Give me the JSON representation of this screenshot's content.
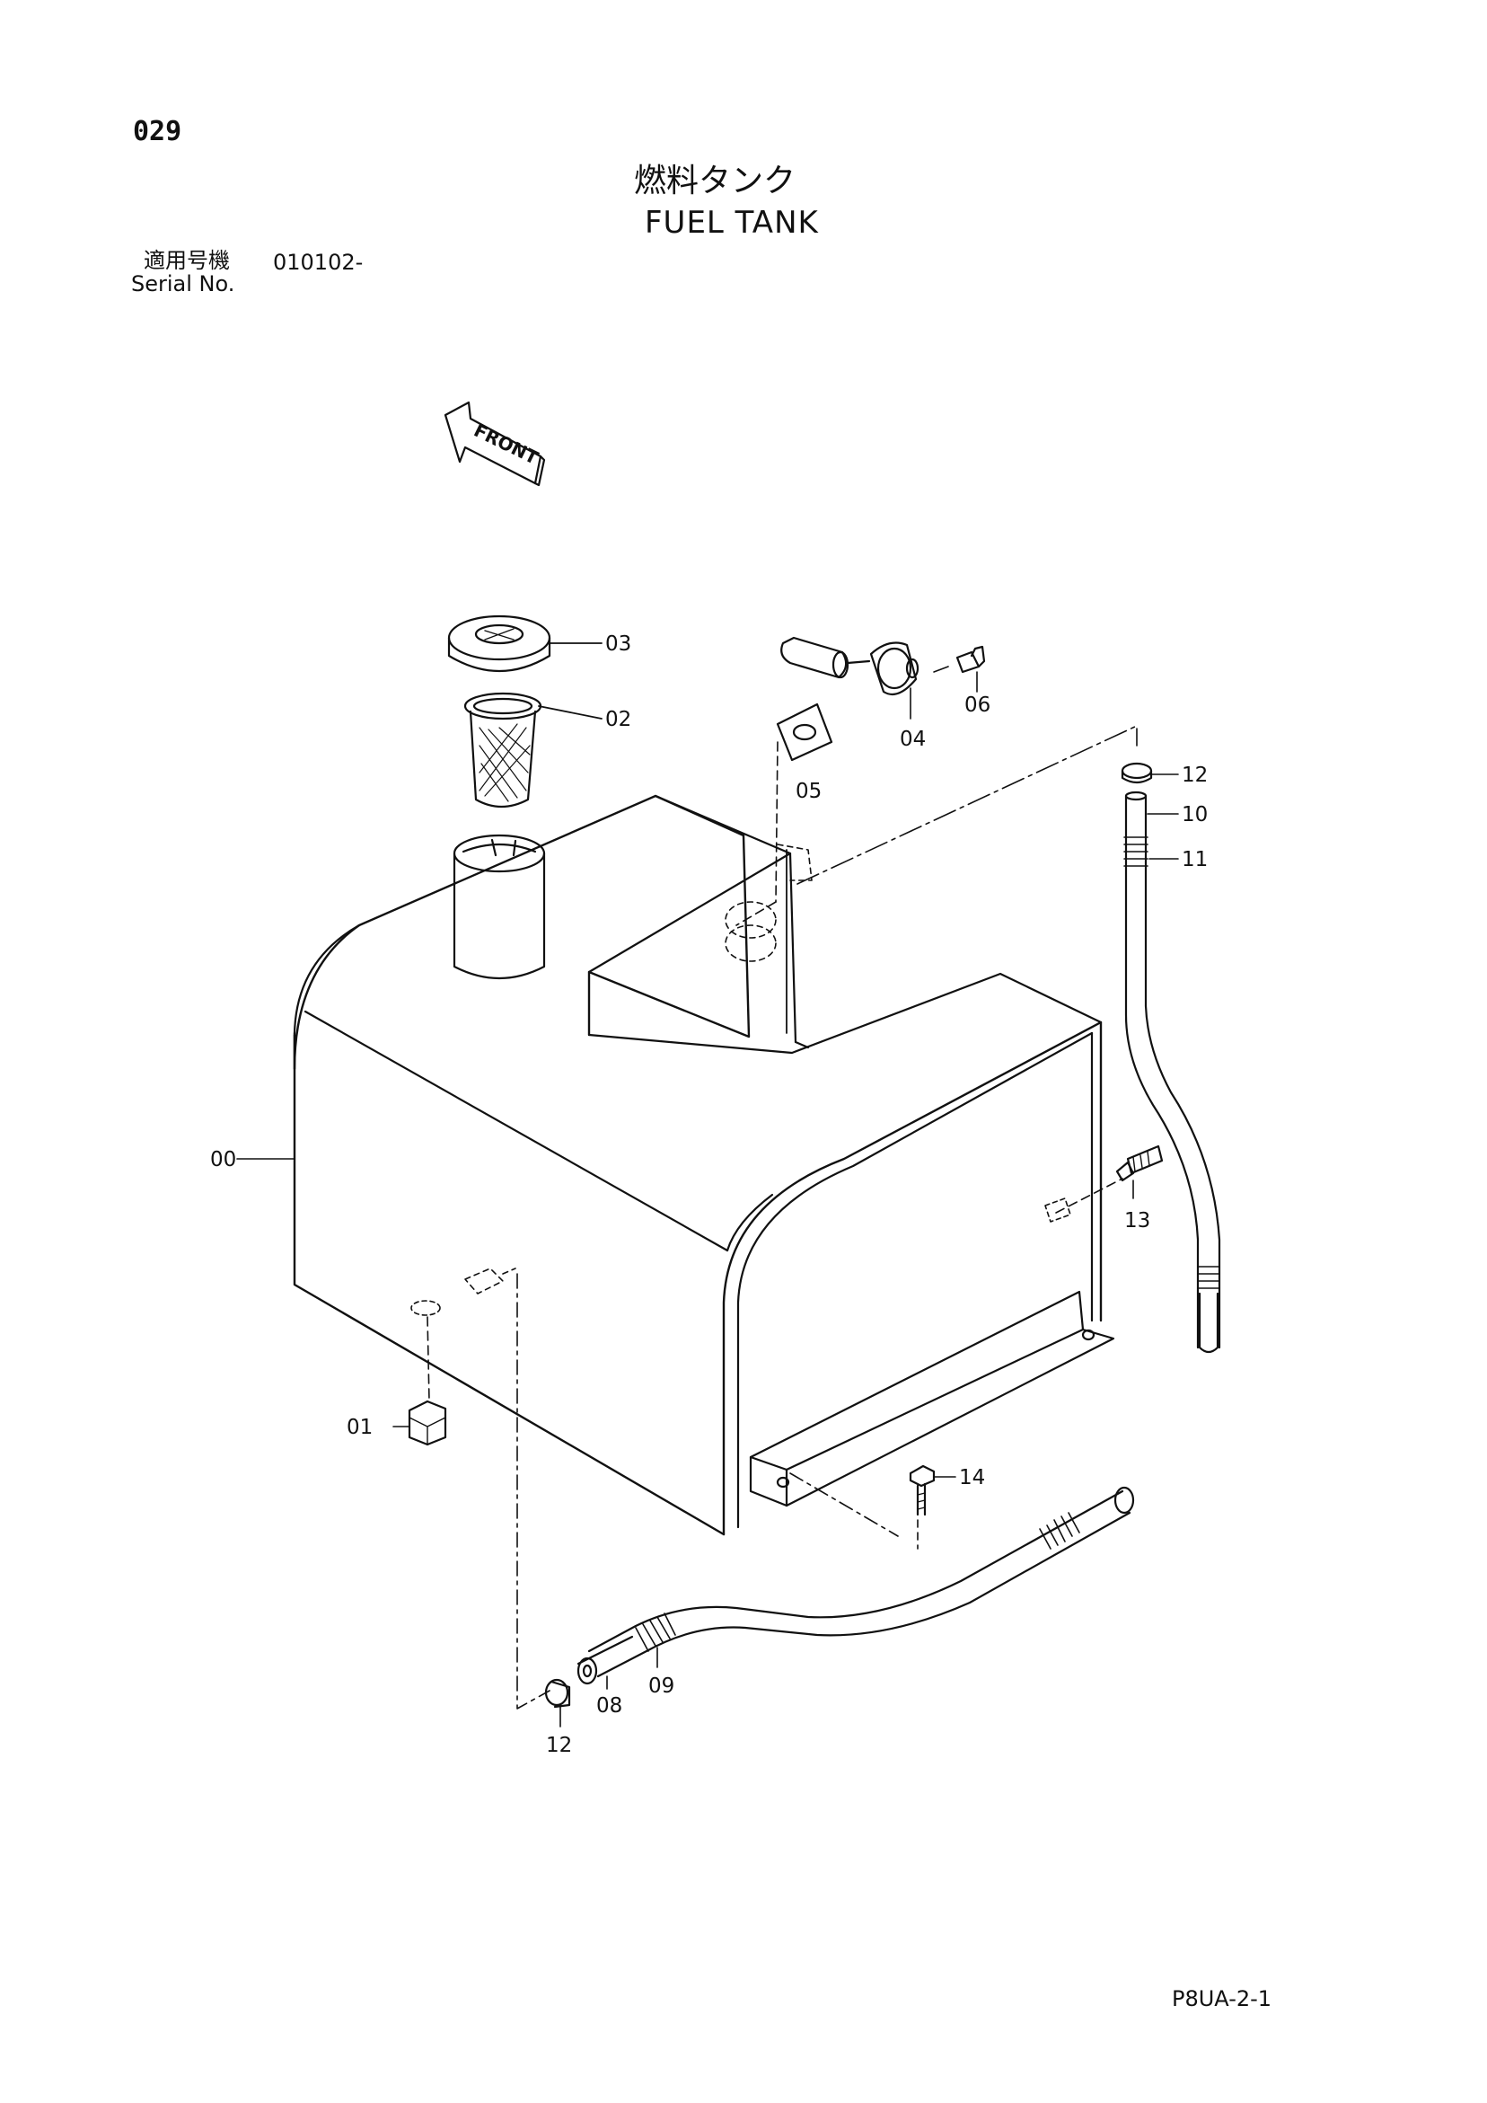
{
  "page_number": "029",
  "title_ja": "燃料タンク",
  "title_en": "FUEL TANK",
  "serial": {
    "label_ja": "適用号機",
    "label_en": "Serial No.",
    "value": "010102-"
  },
  "front_arrow_label": "FRONT",
  "callouts": {
    "c00": "00",
    "c01": "01",
    "c02": "02",
    "c03": "03",
    "c04": "04",
    "c05": "05",
    "c06": "06",
    "c08": "08",
    "c09": "09",
    "c10": "10",
    "c11": "11",
    "c12a": "12",
    "c12b": "12",
    "c13": "13",
    "c14": "14"
  },
  "footer_code": "P8UA-2-1"
}
